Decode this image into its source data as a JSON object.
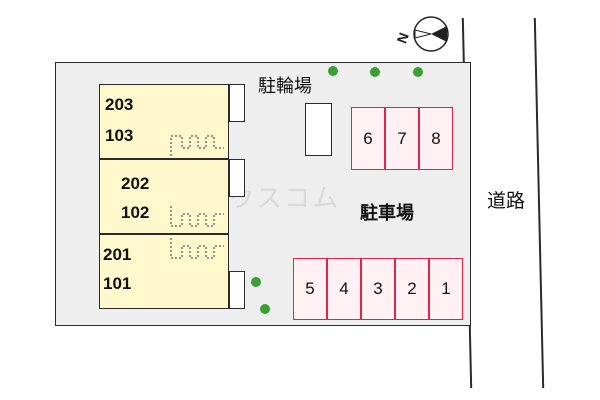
{
  "compass": {
    "north_label": "N"
  },
  "bicycle_parking": {
    "label": "駐輪場"
  },
  "parking": {
    "label": "駐車場",
    "top_row": [
      "6",
      "7",
      "8"
    ],
    "bottom_row": [
      "5",
      "4",
      "3",
      "2",
      "1"
    ]
  },
  "road": {
    "label": "道路"
  },
  "building": {
    "units": [
      {
        "upper": "203",
        "lower": "103"
      },
      {
        "upper": "202",
        "lower": "102"
      },
      {
        "upper": "201",
        "lower": "101"
      }
    ]
  },
  "watermark": {
    "text": "ハウスコム"
  },
  "colors": {
    "lot": "#eeeeee",
    "building": "#fff8cc",
    "parking_border": "#e0244c",
    "tree": "#3aa034"
  }
}
